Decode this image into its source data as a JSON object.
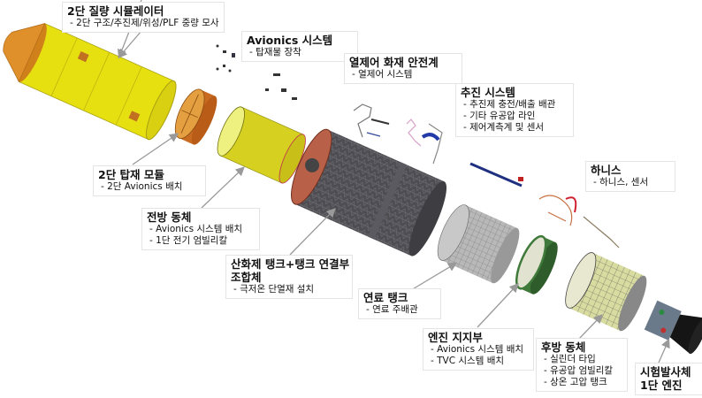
{
  "labels": {
    "mass_simulator": {
      "title": "2단 질량 시뮬레이터",
      "items": [
        "- 2단 구조/추진제/위성/PLF 중량 모사"
      ]
    },
    "avionics": {
      "title": "Avionics 시스템",
      "items": [
        "- 탑재물 장착"
      ]
    },
    "thermal": {
      "title": "열제어 화재 안전계",
      "items": [
        "- 열제어 시스템"
      ]
    },
    "propulsion": {
      "title": "추진 시스템",
      "items": [
        "- 추진제 충전/배출 배관",
        "- 기타 유공압 라인",
        "- 제어계측계 및 센서"
      ]
    },
    "harness": {
      "title": "하니스",
      "items": [
        "- 하니스, 센서"
      ]
    },
    "payload_module": {
      "title": "2단 탑재 모듈",
      "items": [
        "- 2단 Avionics 배치"
      ]
    },
    "forward_body": {
      "title": "전방 동체",
      "items": [
        "- Avionics 시스템 배치",
        "- 1단 전기 엄빌리칼"
      ]
    },
    "oxidizer_tank": {
      "title_line1": "산화제 탱크+탱크 연결부",
      "title_line2": "조합체",
      "items": [
        "- 극저온 단열재 설치"
      ]
    },
    "fuel_tank": {
      "title": "연료 탱크",
      "items": [
        "- 연료 주배관"
      ]
    },
    "engine_support": {
      "title": "엔진 지지부",
      "items": [
        "- Avionics 시스템 배치",
        "- TVC 시스템 배치"
      ]
    },
    "aft_body": {
      "title": "후방 동체",
      "items": [
        "- 실린더 타입",
        "- 유공압 엄빌리칼",
        "- 상온 고압 탱크"
      ]
    },
    "test_vehicle": {
      "title_line1": "시험발사체",
      "title_line2": "1단 엔진"
    }
  },
  "colors": {
    "yellow": "#e6e010",
    "orange": "#e0902a",
    "tank": "#4a4a4e",
    "arrow": "#999999"
  }
}
